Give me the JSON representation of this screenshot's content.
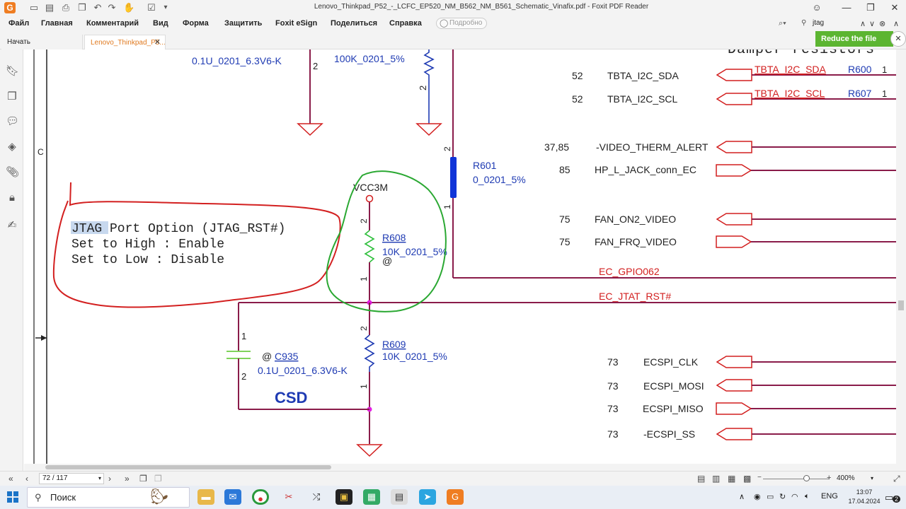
{
  "window": {
    "title": "Lenovo_Thinkpad_P52_-_LCFC_EP520_NM_B562_NM_B561_Schematic_Vinafix.pdf - Foxit PDF Reader"
  },
  "menu": {
    "items": [
      "Файл",
      "Главная",
      "Комментарий",
      "Вид",
      "Форма",
      "Защитить",
      "Foxit eSign",
      "Поделиться",
      "Справка"
    ],
    "tell_me_placeholder": "Подробно",
    "search_value": "jtag"
  },
  "tabs": [
    {
      "label": "Начать"
    },
    {
      "label": "Lenovo_Thinkpad_P5..."
    }
  ],
  "banner": {
    "reduce_label": "Reduce the file size"
  },
  "schematic": {
    "top_cap_label": "0.1U_0201_6.3V6-K",
    "top_res_label": "100K_0201_5%",
    "pin2_a": "2",
    "pin2_b": "2",
    "damper_text": "Damper resistors",
    "border_letter": "C",
    "r601_ref": "R601",
    "r601_val": "0_0201_5%",
    "r601_pin2": "2",
    "r601_pin1": "1",
    "vcc": "VCC3M",
    "r608_ref": "R608",
    "r608_val": "10K_0201_5%",
    "r608_at": "@",
    "r608_pin2": "2",
    "r608_pin1": "1",
    "r609_ref": "R609",
    "r609_val": "10K_0201_5%",
    "r609_pin2": "2",
    "r609_pin1": "1",
    "c935_ref": "C935",
    "c935_at": "@",
    "c935_val": "0.1U_0201_6.3V6-K",
    "c935_pin1": "1",
    "c935_pin2": "2",
    "csd": "CSD",
    "jtag_note": [
      "JTAG Port Option (JTAG_RST#)",
      "Set to High : Enable",
      "Set to Low : Disable"
    ],
    "nets": [
      {
        "page": "52",
        "name": "TBTA_I2C_SDA",
        "red": "TBTA_I2C_SDA",
        "ref": "R600",
        "pin": "1"
      },
      {
        "page": "52",
        "name": "TBTA_I2C_SCL",
        "red": "TBTA_I2C_SCL",
        "ref": "R607",
        "pin": "1"
      },
      {
        "page": "37,85",
        "name": "-VIDEO_THERM_ALERT"
      },
      {
        "page": "85",
        "name": "HP_L_JACK_conn_EC"
      },
      {
        "page": "75",
        "name": "FAN_ON2_VIDEO"
      },
      {
        "page": "75",
        "name": "FAN_FRQ_VIDEO"
      },
      {
        "page": "73",
        "name": "ECSPI_CLK"
      },
      {
        "page": "73",
        "name": "ECSPI_MOSI"
      },
      {
        "page": "73",
        "name": "ECSPI_MISO"
      },
      {
        "page": "73",
        "name": "-ECSPI_SS"
      }
    ],
    "ec_gpio": "EC_GPIO062",
    "ec_jtat": "EC_JTAT_RST#",
    "colors": {
      "wire": "#8a1c4a",
      "red_label": "#d21e1e",
      "blue": "#1f3bb3",
      "green": "#2aa832",
      "annot_red": "#d32020"
    }
  },
  "status": {
    "page_value": "72 / 117",
    "zoom": "400%"
  },
  "taskbar": {
    "search_placeholder": "Поиск",
    "lang": "ENG",
    "time": "13:07",
    "date": "17.04.2024",
    "notif_count": "2"
  }
}
